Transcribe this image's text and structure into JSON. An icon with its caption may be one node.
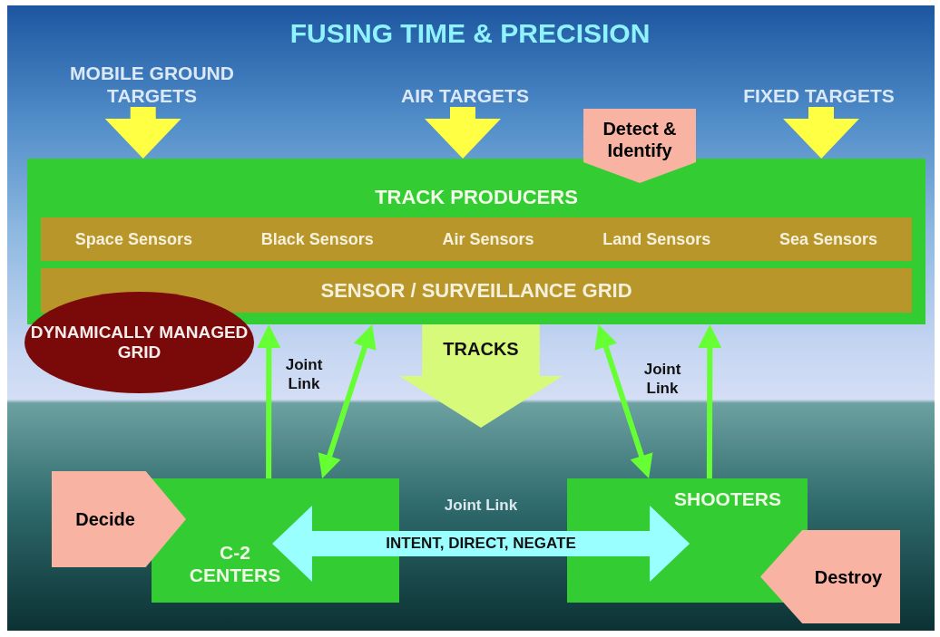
{
  "diagram": {
    "title": "FUSING TIME & PRECISION",
    "nodes": [
      {
        "text": [
          "MOBILE GROUND TARGETS"
        ]
      },
      {
        "text": [
          "AIR TARGETS"
        ]
      },
      {
        "text": [
          "FIXED TARGETS"
        ]
      },
      {
        "text": [
          "Detect & Identify"
        ]
      },
      {
        "text": [
          "TRACK PRODUCERS"
        ]
      },
      {
        "text": [
          "Space Sensors",
          "Black Sensors",
          "Air Sensors",
          "Land Sensors",
          "Sea Sensors"
        ],
        "in": 4
      },
      {
        "text": [
          "SENSOR / SURVEILLANCE GRID"
        ],
        "in": 4
      },
      {
        "text": [
          "DYNAMICALLY MANAGED GRID"
        ]
      },
      {
        "text": [
          "TRACKS"
        ]
      },
      {
        "text": [
          "C-2 CENTERS"
        ]
      },
      {
        "text": [
          "SHOOTERS"
        ]
      },
      {
        "text": [
          "Decide"
        ]
      },
      {
        "text": [
          "Destroy"
        ]
      }
    ],
    "edges": [
      {
        "from": 0,
        "to": 4,
        "arrow": "to",
        "style": "thick",
        "color": "#ffff44"
      },
      {
        "from": 1,
        "to": 4,
        "arrow": "to",
        "style": "thick",
        "color": "#ffff44"
      },
      {
        "from": 2,
        "to": 4,
        "arrow": "to",
        "style": "thick",
        "color": "#ffff44"
      },
      {
        "from": 9,
        "to": 4,
        "arrow": "to",
        "label": "Joint Link"
      },
      {
        "from": 9,
        "to": 4,
        "arrow": "both"
      },
      {
        "from": 10,
        "to": 4,
        "arrow": "both"
      },
      {
        "from": 10,
        "to": 4,
        "arrow": "to",
        "label": "Joint Link"
      },
      {
        "from": 9,
        "to": 10,
        "arrow": "both",
        "label": "INTENT, DIRECT, NEGATE",
        "style": "thick",
        "color": "#99ffff"
      }
    ],
    "labels": [
      "Joint Link"
    ]
  }
}
